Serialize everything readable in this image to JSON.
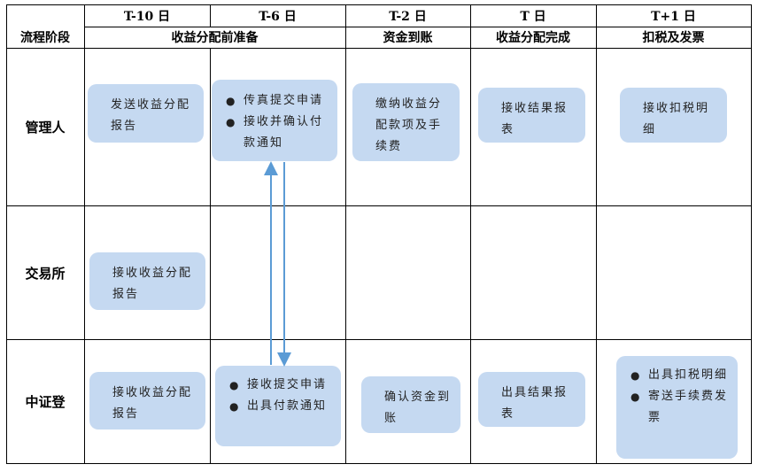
{
  "header": {
    "dates": [
      "T-10 日",
      "T-6 日",
      "T-2 日",
      "T 日",
      "T+1 日"
    ],
    "stage_label": "流程阶段",
    "stages": [
      "收益分配前准备",
      "资金到账",
      "收益分配完成",
      "扣税及发票"
    ]
  },
  "roles": [
    "管理人",
    "交易所",
    "中证登"
  ],
  "boxes": {
    "manager_t10": "发送收益分配报告",
    "manager_t6": [
      "传真提交申请",
      "接收并确认付款通知"
    ],
    "manager_t2": "缴纳收益分配款项及手续费",
    "manager_t": "接收结果报表",
    "manager_t1": "接收扣税明细",
    "exchange_t10": "接收收益分配报告",
    "csdc_t10": "接收收益分配报告",
    "csdc_t6": [
      "接收提交申请",
      "出具付款通知"
    ],
    "csdc_t2": "确认资金到账",
    "csdc_t": "出具结果报表",
    "csdc_t1": [
      "出具扣税明细",
      "寄送手续费发票"
    ]
  },
  "colors": {
    "box_fill": "#c5d9f1",
    "arrow": "#5b9bd5",
    "grid": "#000000"
  }
}
